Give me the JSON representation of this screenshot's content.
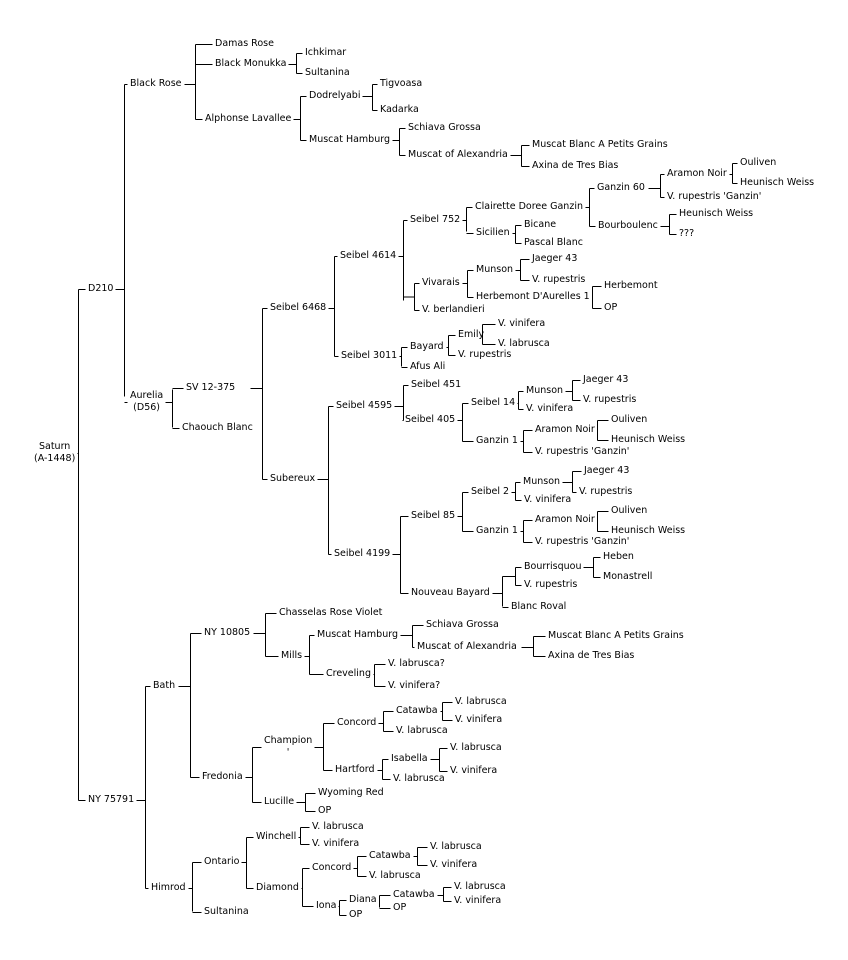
{
  "root": "Saturn\n(A-1448)",
  "tree": {
    "name": "Saturn\n(A-1448)",
    "children": [
      {
        "name": "D210",
        "children": [
          {
            "name": "Black Rose",
            "children": [
              {
                "name": "Damas Rose"
              },
              {
                "name": "Black Monukka",
                "children": [
                  {
                    "name": "Ichkimar"
                  },
                  {
                    "name": "Sultanina"
                  }
                ]
              },
              {
                "name": "Alphonse Lavallee",
                "children": [
                  {
                    "name": "Dodrelyabi",
                    "children": [
                      {
                        "name": "Tigvoasa"
                      },
                      {
                        "name": "Kadarka"
                      }
                    ]
                  },
                  {
                    "name": "Muscat Hamburg",
                    "children": [
                      {
                        "name": "Schiava Grossa"
                      },
                      {
                        "name": "Muscat of Alexandria",
                        "children": [
                          {
                            "name": "Muscat Blanc A Petits Grains"
                          },
                          {
                            "name": "Axina de Tres Bias"
                          }
                        ]
                      }
                    ]
                  }
                ]
              }
            ]
          },
          {
            "name": "Aurelia\n(D56)",
            "children": [
              {
                "name": "SV 12-375",
                "children": [
                  {
                    "name": "Seibel 6468",
                    "children": [
                      {
                        "name": "Seibel 4614",
                        "children": [
                          {
                            "name": "Seibel 752",
                            "children": [
                              {
                                "name": "Clairette Doree Ganzin",
                                "children": [
                                  {
                                    "name": "Ganzin 60",
                                    "children": [
                                      {
                                        "name": "Aramon Noir",
                                        "children": [
                                          {
                                            "name": "Ouliven"
                                          },
                                          {
                                            "name": "Heunisch Weiss"
                                          }
                                        ]
                                      },
                                      {
                                        "name": "V. rupestris 'Ganzin'"
                                      }
                                    ]
                                  },
                                  {
                                    "name": "Bourboulenc",
                                    "children": [
                                      {
                                        "name": "Heunisch Weiss"
                                      },
                                      {
                                        "name": "???"
                                      }
                                    ]
                                  }
                                ]
                              },
                              {
                                "name": "Sicilien",
                                "children": [
                                  {
                                    "name": "Bicane"
                                  },
                                  {
                                    "name": "Pascal Blanc"
                                  }
                                ]
                              }
                            ]
                          },
                          {
                            "name": "",
                            "children": [
                              {
                                "name": "Vivarais",
                                "children": [
                                  {
                                    "name": "Munson",
                                    "children": [
                                      {
                                        "name": "Jaeger 43"
                                      },
                                      {
                                        "name": "V. rupestris"
                                      }
                                    ]
                                  },
                                  {
                                    "name": "Herbemont D'Aurelles 1",
                                    "children": [
                                      {
                                        "name": "Herbemont"
                                      },
                                      {
                                        "name": "OP"
                                      }
                                    ]
                                  }
                                ]
                              },
                              {
                                "name": "V. berlandieri"
                              }
                            ]
                          }
                        ]
                      },
                      {
                        "name": "Seibel 3011",
                        "children": [
                          {
                            "name": "Bayard",
                            "children": [
                              {
                                "name": "Emily",
                                "children": [
                                  {
                                    "name": "V. vinifera"
                                  },
                                  {
                                    "name": "V. labrusca"
                                  }
                                ]
                              },
                              {
                                "name": "V. rupestris"
                              }
                            ]
                          },
                          {
                            "name": "Afus Ali"
                          }
                        ]
                      }
                    ]
                  },
                  {
                    "name": "Subereux",
                    "children": [
                      {
                        "name": "Seibel 4595",
                        "children": [
                          {
                            "name": "Seibel 451"
                          },
                          {
                            "name": "Seibel 405",
                            "children": [
                              {
                                "name": "Seibel 14",
                                "children": [
                                  {
                                    "name": "Munson",
                                    "children": [
                                      {
                                        "name": "Jaeger 43"
                                      },
                                      {
                                        "name": "V. rupestris"
                                      }
                                    ]
                                  },
                                  {
                                    "name": "V. vinifera"
                                  }
                                ]
                              },
                              {
                                "name": "Ganzin 1",
                                "children": [
                                  {
                                    "name": "Aramon Noir",
                                    "children": [
                                      {
                                        "name": "Ouliven"
                                      },
                                      {
                                        "name": "Heunisch Weiss"
                                      }
                                    ]
                                  },
                                  {
                                    "name": "V. rupestris 'Ganzin'"
                                  }
                                ]
                              }
                            ]
                          }
                        ]
                      },
                      {
                        "name": "Seibel 4199",
                        "children": [
                          {
                            "name": "Seibel 85",
                            "children": [
                              {
                                "name": "Seibel 2",
                                "children": [
                                  {
                                    "name": "Munson",
                                    "children": [
                                      {
                                        "name": "Jaeger 43"
                                      },
                                      {
                                        "name": "V. rupestris"
                                      }
                                    ]
                                  },
                                  {
                                    "name": "V. vinifera"
                                  }
                                ]
                              },
                              {
                                "name": "Ganzin 1",
                                "children": [
                                  {
                                    "name": "Aramon Noir",
                                    "children": [
                                      {
                                        "name": "Ouliven"
                                      },
                                      {
                                        "name": "Heunisch Weiss"
                                      }
                                    ]
                                  },
                                  {
                                    "name": "V. rupestris 'Ganzin'"
                                  }
                                ]
                              }
                            ]
                          },
                          {
                            "name": "Nouveau Bayard",
                            "children": [
                              {
                                "name": "",
                                "children": [
                                  {
                                    "name": "Bourrisquou",
                                    "children": [
                                      {
                                        "name": "Heben"
                                      },
                                      {
                                        "name": "Monastrell"
                                      }
                                    ]
                                  },
                                  {
                                    "name": "V. rupestris"
                                  }
                                ]
                              },
                              {
                                "name": "Blanc Roval"
                              }
                            ]
                          }
                        ]
                      }
                    ]
                  }
                ]
              },
              {
                "name": "Chaouch Blanc"
              }
            ]
          }
        ]
      },
      {
        "name": "NY 75791",
        "children": [
          {
            "name": "Bath",
            "children": [
              {
                "name": "NY 10805",
                "children": [
                  {
                    "name": "Chasselas Rose Violet"
                  },
                  {
                    "name": "Mills",
                    "children": [
                      {
                        "name": "Muscat Hamburg",
                        "children": [
                          {
                            "name": "Schiava Grossa"
                          },
                          {
                            "name": "Muscat of Alexandria",
                            "children": [
                              {
                                "name": "Muscat Blanc A Petits Grains"
                              },
                              {
                                "name": "Axina de Tres Bias"
                              }
                            ]
                          }
                        ]
                      },
                      {
                        "name": "Creveling",
                        "children": [
                          {
                            "name": "V. labrusca?"
                          },
                          {
                            "name": "V. vinifera?"
                          }
                        ]
                      }
                    ]
                  }
                ]
              },
              {
                "name": "Fredonia",
                "children": [
                  {
                    "name": "Champion\n'",
                    "children": [
                      {
                        "name": "Concord",
                        "children": [
                          {
                            "name": "Catawba",
                            "children": [
                              {
                                "name": "V. labrusca"
                              },
                              {
                                "name": "V. vinifera"
                              }
                            ]
                          },
                          {
                            "name": "V. labrusca"
                          }
                        ]
                      },
                      {
                        "name": "Hartford",
                        "children": [
                          {
                            "name": "Isabella",
                            "children": [
                              {
                                "name": "V. labrusca"
                              },
                              {
                                "name": "V. vinifera"
                              }
                            ]
                          },
                          {
                            "name": "V. labrusca"
                          }
                        ]
                      }
                    ]
                  },
                  {
                    "name": "Lucille",
                    "children": [
                      {
                        "name": "Wyoming Red"
                      },
                      {
                        "name": "OP"
                      }
                    ]
                  }
                ]
              }
            ]
          },
          {
            "name": "Himrod",
            "children": [
              {
                "name": "Ontario",
                "children": [
                  {
                    "name": "Winchell",
                    "children": [
                      {
                        "name": "V. labrusca"
                      },
                      {
                        "name": "V. vinifera"
                      }
                    ]
                  },
                  {
                    "name": "Diamond",
                    "children": [
                      {
                        "name": "Concord",
                        "children": [
                          {
                            "name": "Catawba",
                            "children": [
                              {
                                "name": "V. labrusca"
                              },
                              {
                                "name": "V. vinifera"
                              }
                            ]
                          },
                          {
                            "name": "V. labrusca"
                          }
                        ]
                      },
                      {
                        "name": "Iona",
                        "children": [
                          {
                            "name": "Diana",
                            "children": [
                              {
                                "name": "Catawba",
                                "children": [
                                  {
                                    "name": "V. labrusca"
                                  },
                                  {
                                    "name": "V. vinifera"
                                  }
                                ]
                              },
                              {
                                "name": "OP"
                              }
                            ]
                          },
                          {
                            "name": "OP"
                          }
                        ]
                      }
                    ]
                  }
                ]
              },
              {
                "name": "Sultanina"
              }
            ]
          }
        ]
      }
    ]
  }
}
